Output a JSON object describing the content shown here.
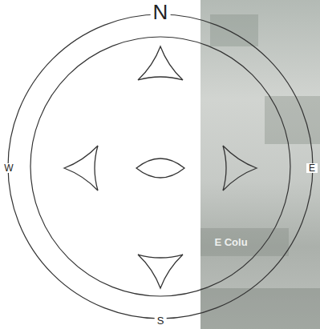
{
  "diagram": {
    "labels": [
      "N",
      "W",
      "E",
      "S",
      "E Colu"
    ]
  }
}
